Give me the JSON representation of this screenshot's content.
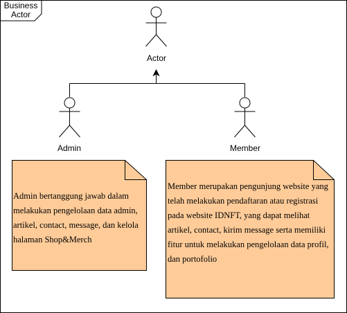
{
  "frame": {
    "label_line1": "Business",
    "label_line2": "Actor"
  },
  "actors": {
    "parent": {
      "label": "Actor"
    },
    "admin": {
      "label": "Admin"
    },
    "member": {
      "label": "Member"
    }
  },
  "notes": {
    "admin": {
      "text": "Admin bertanggung jawab dalam melakukan pengelolaan data admin, artikel, contact, message, dan kelola halaman Shop&Merch"
    },
    "member": {
      "text": "Member merupakan pengunjung website yang telah melakukan pendaftaran atau registrasi pada website IDNFT, yang dapat melihat artikel, contact, kirim message serta memiliki fitur untuk melakukan pengelolaan data profil, dan portofolio"
    }
  },
  "colors": {
    "note_fill": "#FFCC99",
    "note_stroke": "#000000",
    "line": "#000000",
    "background": "#FFFFFF"
  }
}
